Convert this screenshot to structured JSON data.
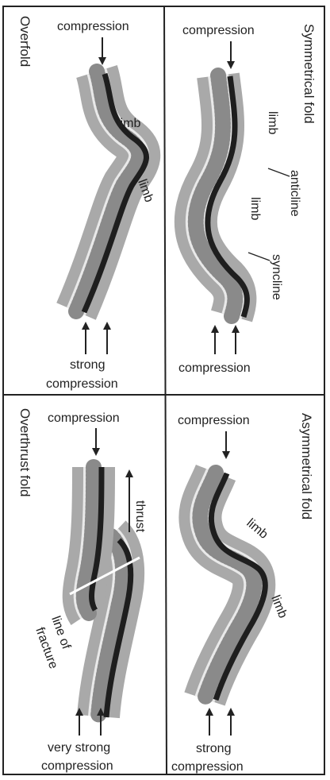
{
  "panels": {
    "overfold": {
      "title": "Overfold",
      "top_label": "compression",
      "limb_upper": "limb",
      "limb_lower": "limb",
      "bottom_line1": "strong",
      "bottom_line2": "compression"
    },
    "symmetrical": {
      "title": "Symmetrical fold",
      "top_label": "compression",
      "limb_upper": "limb",
      "limb_lower": "limb",
      "anticline": "anticline",
      "syncline": "syncline",
      "bottom_label": "compression"
    },
    "overthrust": {
      "title": "Overthrust fold",
      "top_label": "compression",
      "thrust": "thrust",
      "fracture_line1": "line of",
      "fracture_line2": "fracture",
      "bottom_line1": "very strong",
      "bottom_line2": "compression"
    },
    "asymmetrical": {
      "title": "Asymmetrical fold",
      "top_label": "compression",
      "limb_upper": "limb",
      "limb_lower": "limb",
      "bottom_line1": "strong",
      "bottom_line2": "compression"
    }
  },
  "colors": {
    "rock_outer": "#a9a9a9",
    "sand_layer": "#e9e9e9",
    "dark_band": "#1e1e1e",
    "frame": "#222222"
  }
}
